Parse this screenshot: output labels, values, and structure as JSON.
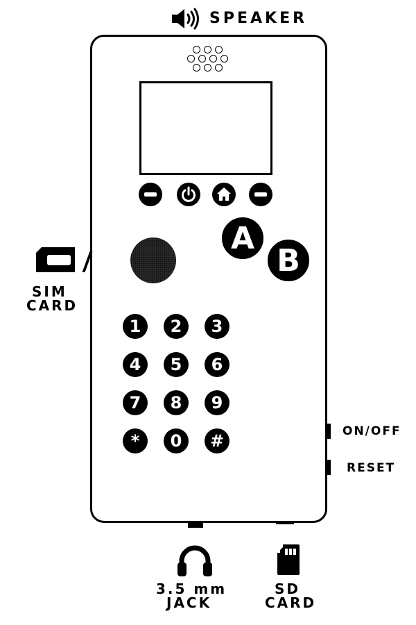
{
  "labels": {
    "speaker": "SPEAKER",
    "sim_line1": "SIM",
    "sim_line2": "CARD",
    "on_off": "ON/OFF",
    "reset": "RESET",
    "jack_line1": "3.5 mm",
    "jack_line2": "JACK",
    "sd_line1": "SD",
    "sd_line2": "CARD"
  },
  "buttons": {
    "a": "A",
    "b": "B"
  },
  "function_buttons": [
    {
      "icon": "minus-icon"
    },
    {
      "icon": "power-icon"
    },
    {
      "icon": "home-icon"
    },
    {
      "icon": "minus-icon"
    }
  ],
  "keypad": [
    [
      "1",
      "2",
      "3"
    ],
    [
      "4",
      "5",
      "6"
    ],
    [
      "7",
      "8",
      "9"
    ],
    [
      "*",
      "0",
      "#"
    ]
  ],
  "icons": {
    "speaker": "speaker-icon",
    "sim": "sim-card-icon",
    "headphones": "headphones-icon",
    "sd": "sd-card-icon"
  },
  "colors": {
    "ink": "#000000",
    "background": "#ffffff"
  }
}
